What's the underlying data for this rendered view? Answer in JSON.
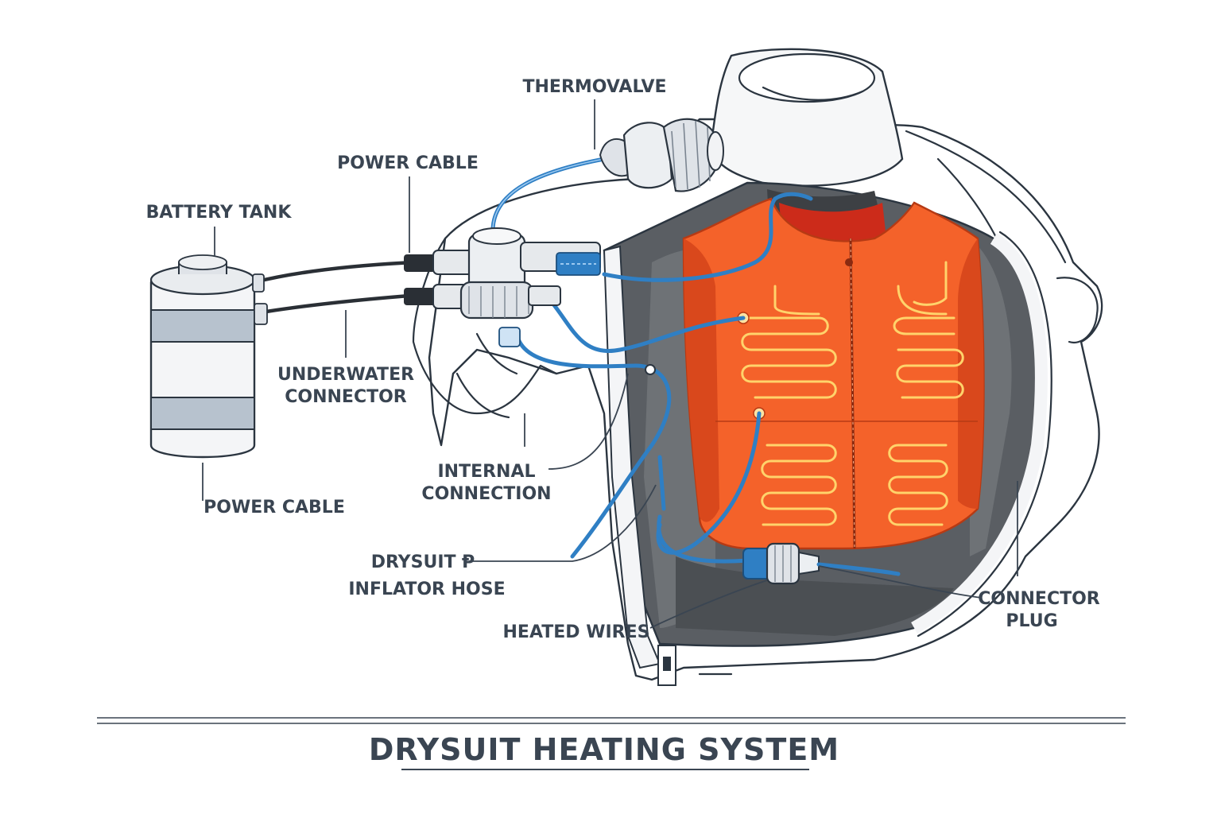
{
  "title": "DRYSUIT HEATING SYSTEM",
  "labels": {
    "thermovalve": "THERMOVALVE",
    "power_cable_top": "POWER CABLE",
    "battery_tank": "BATTERY TANK",
    "underwater_connector_1": "UNDERWATER",
    "underwater_connector_2": "CONNECTOR",
    "power_cable_bottom": "POWER CABLE",
    "internal_connection_1": "INTERNAL",
    "internal_connection_2": "CONNECTION",
    "drysuit_inflator_1": "DRYSUIT Ᵽ",
    "drysuit_inflator_2": "INFLATOR HOSE",
    "heated_wires": "HEATED WIRES",
    "connector_plug_1": "CONNECTOR",
    "connector_plug_2": "PLUG"
  },
  "colors": {
    "vest": "#f4622a",
    "vest_dark": "#d9481c",
    "coil": "#ffd36b",
    "cable_blue": "#2f7fc4",
    "text": "#3a4552"
  }
}
